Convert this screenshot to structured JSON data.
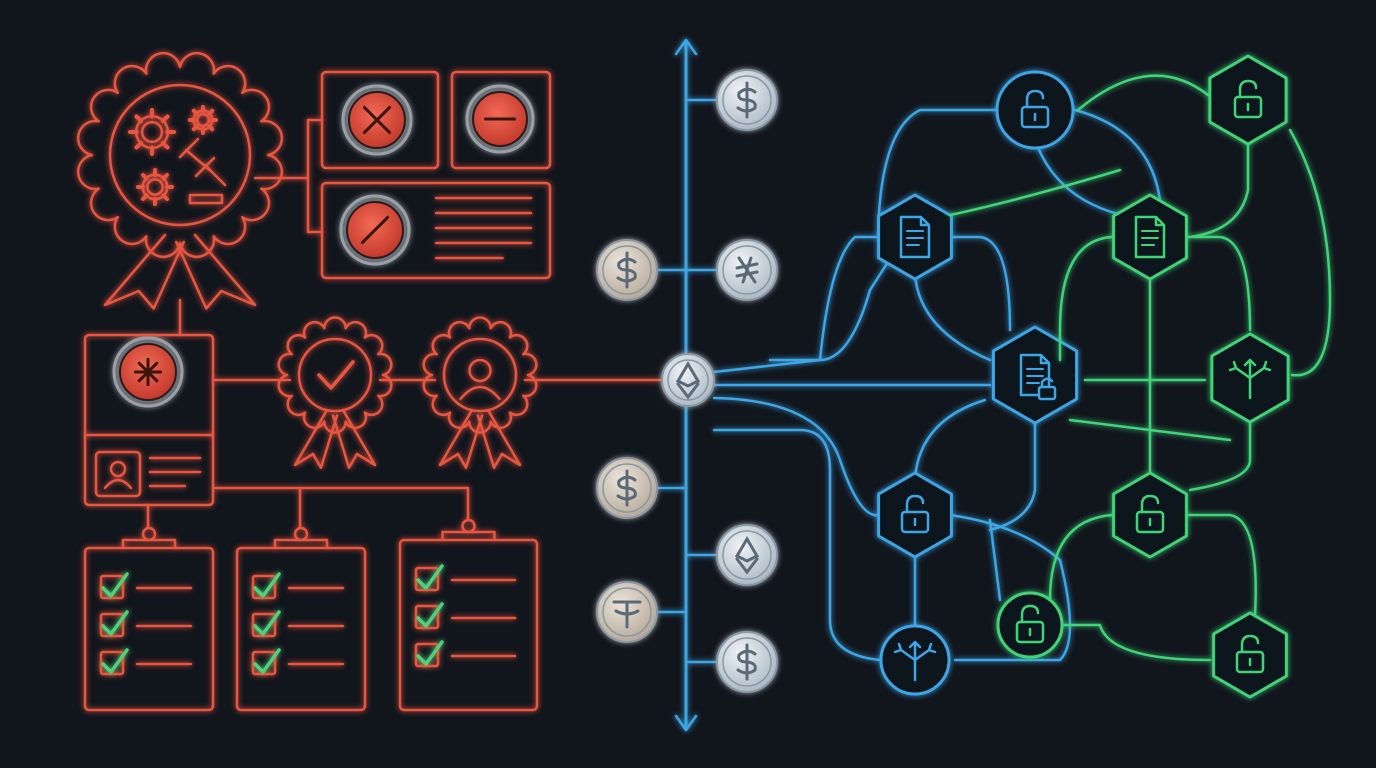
{
  "colors": {
    "background": "#11151c",
    "governance_red": "#e8553f",
    "button_red": "#e0493a",
    "check_green": "#4fd07a",
    "ledger_blue": "#3ea6e6",
    "network_green": "#3fd47a",
    "coin_silver": "#c9d3dc",
    "coin_beige": "#d6cbbd"
  },
  "left_panel": {
    "main_badge_icons": [
      "gear-icon",
      "gear-icon",
      "gear-icon",
      "gavel-icon"
    ],
    "action_buttons": [
      "close-x-icon",
      "minus-icon",
      "slash-icon"
    ],
    "profile_card": {
      "button_icon": "asterisk-icon",
      "avatar_icon": "user-icon"
    },
    "badges": [
      "checkmark-badge-icon",
      "user-badge-icon"
    ],
    "clipboards": [
      {
        "checked_items": 3
      },
      {
        "checked_items": 3
      },
      {
        "checked_items": 3
      }
    ]
  },
  "timeline": {
    "center_coin": "ethereum-icon",
    "coins_right": [
      "dollar-icon",
      "currency-icon",
      "ethereum-icon",
      "dollar-icon"
    ],
    "coins_left": [
      "dollar-icon",
      "dollar-icon",
      "tether-icon"
    ]
  },
  "network": {
    "blue_nodes": [
      "lock-open-icon",
      "document-icon",
      "document-lock-icon",
      "lock-open-icon",
      "split-arrows-icon"
    ],
    "green_nodes": [
      "lock-open-icon",
      "document-icon",
      "split-arrows-icon",
      "lock-open-icon",
      "lock-open-icon",
      "lock-open-icon"
    ]
  }
}
